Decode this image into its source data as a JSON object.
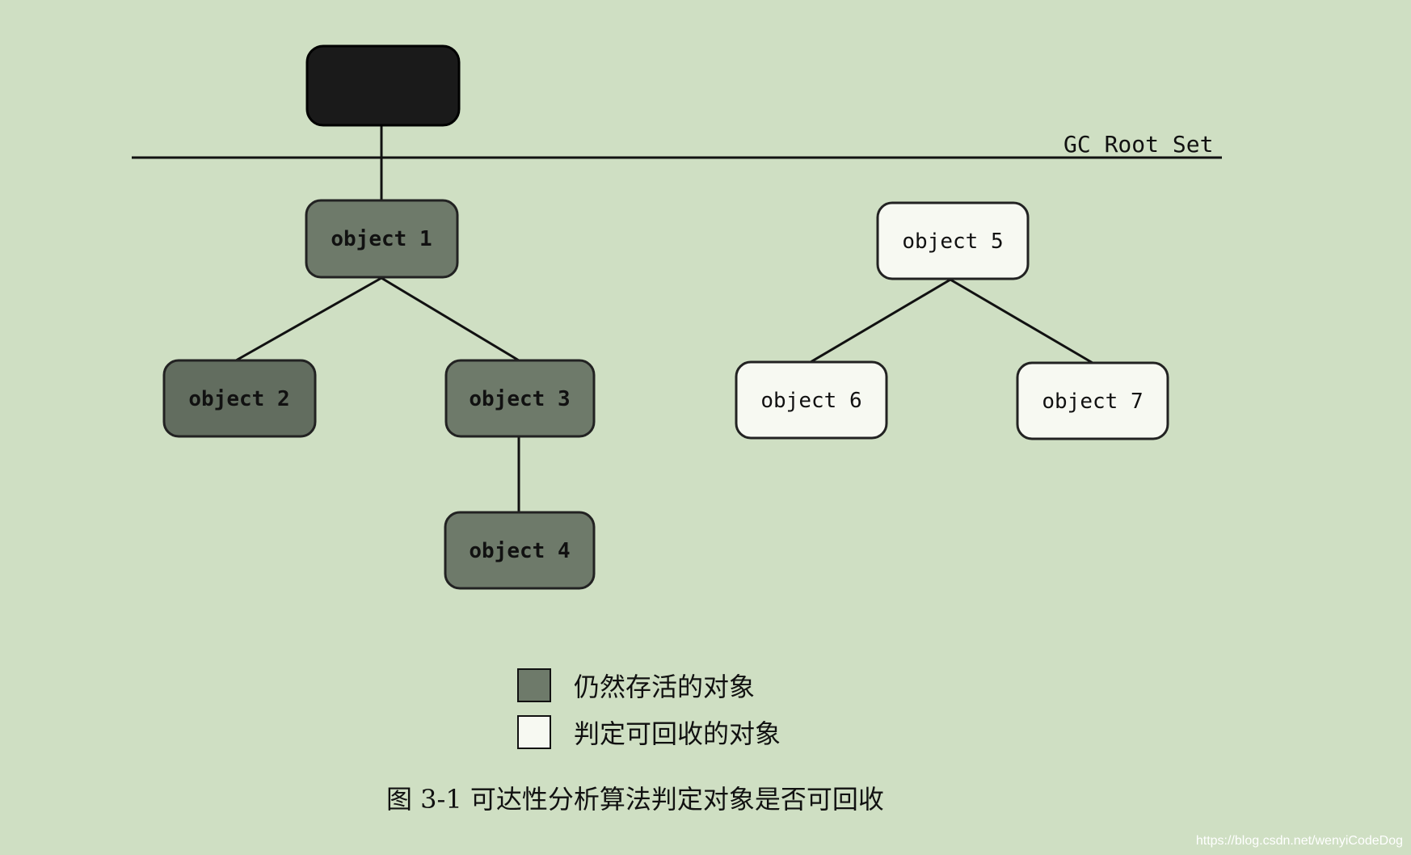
{
  "root_label": "GC Root Set",
  "nodes": {
    "object1": "object 1",
    "object2": "object 2",
    "object3": "object 3",
    "object4": "object 4",
    "object5": "object 5",
    "object6": "object 6",
    "object7": "object 7"
  },
  "legend": {
    "alive": "仍然存活的对象",
    "collectable": "判定可回收的对象"
  },
  "caption": "图 3-1 可达性分析算法判定对象是否可回收",
  "watermark": "https://blog.csdn.net/wenyiCodeDog",
  "colors": {
    "background": "#cfdfc3",
    "root_node": "#1a1a1a",
    "alive_node": "#6e7a6a",
    "collectable_node": "#f7f9f2",
    "line": "#111111"
  }
}
